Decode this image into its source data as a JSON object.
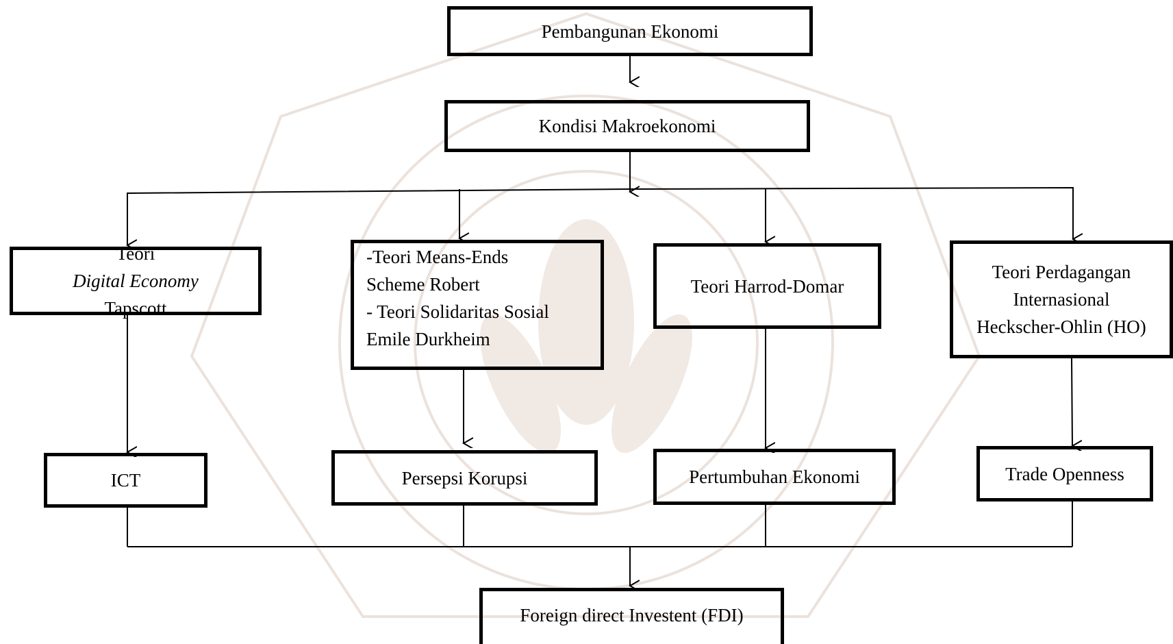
{
  "diagram": {
    "top": "Pembangunan Ekonomi",
    "macro": "Kondisi Makroekonomi",
    "theory1": {
      "prefix": "Teori ",
      "italic": "Digital Economy",
      "line2": "Tapscott"
    },
    "theory2": {
      "lines": [
        "-Teori Means-Ends",
        "Scheme Robert",
        "- Teori Solidaritas Sosial",
        "Emile Durkheim"
      ]
    },
    "theory3": "Teori Harrod-Domar",
    "theory4": {
      "lines": [
        "Teori Perdagangan",
        "Internasional",
        "Heckscher-Ohlin (HO)"
      ]
    },
    "var1": "ICT",
    "var2": "Persepsi Korupsi",
    "var3": "Pertumbuhan Ekonomi",
    "var4": "Trade Openness",
    "outcome": "Foreign direct Investent (FDI)"
  },
  "colors": {
    "line": "#000000",
    "background": "#ffffff",
    "watermark": "#eadfd8"
  }
}
